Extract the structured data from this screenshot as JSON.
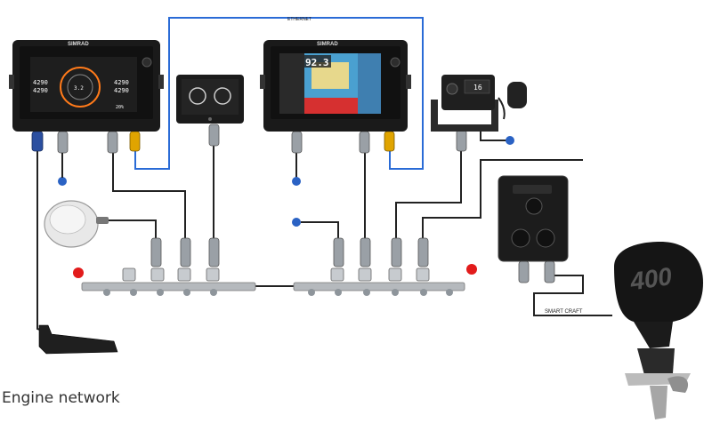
{
  "caption": "Engine network",
  "labels": {
    "ethernet": "ETHERNET",
    "smartcraft": "SMART CRAFT",
    "outboard_model": "400"
  },
  "devices": {
    "mfd_brand": "SIMRAD",
    "mfd_left_values": [
      "4290",
      "4290"
    ],
    "mfd_right_values": [
      "4290",
      "4290"
    ],
    "mfd_center_value": "3.2",
    "mfd_bottom_value": "20%",
    "mfd2_depth_value": "92.3",
    "vhf_display": "16"
  },
  "colors": {
    "backbone": "#222222",
    "ethernet": "#2a6bd6",
    "terminator": "#e21b1b",
    "power_tap": "#2a62c4",
    "connector": "#9aa0a6",
    "connector_yellow": "#e0a400"
  }
}
